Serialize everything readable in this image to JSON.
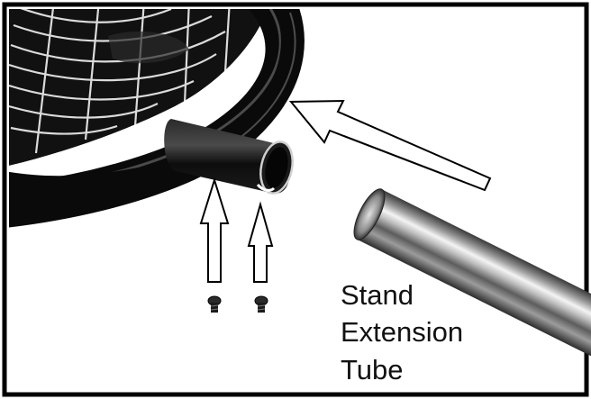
{
  "diagram": {
    "parts": {
      "fan_guard": "fan-guard",
      "ring_frame": "ring-frame",
      "socket": "stand-socket",
      "tube": "stand-extension-tube",
      "screws": [
        "screw",
        "screw"
      ]
    },
    "arrows": [
      {
        "meaning": "insert-tube",
        "direction": "up-left"
      },
      {
        "meaning": "insert-screw-1",
        "direction": "up"
      },
      {
        "meaning": "insert-screw-2",
        "direction": "up"
      }
    ],
    "label": {
      "lines": [
        "Stand",
        "Extension",
        "Tube"
      ]
    }
  }
}
